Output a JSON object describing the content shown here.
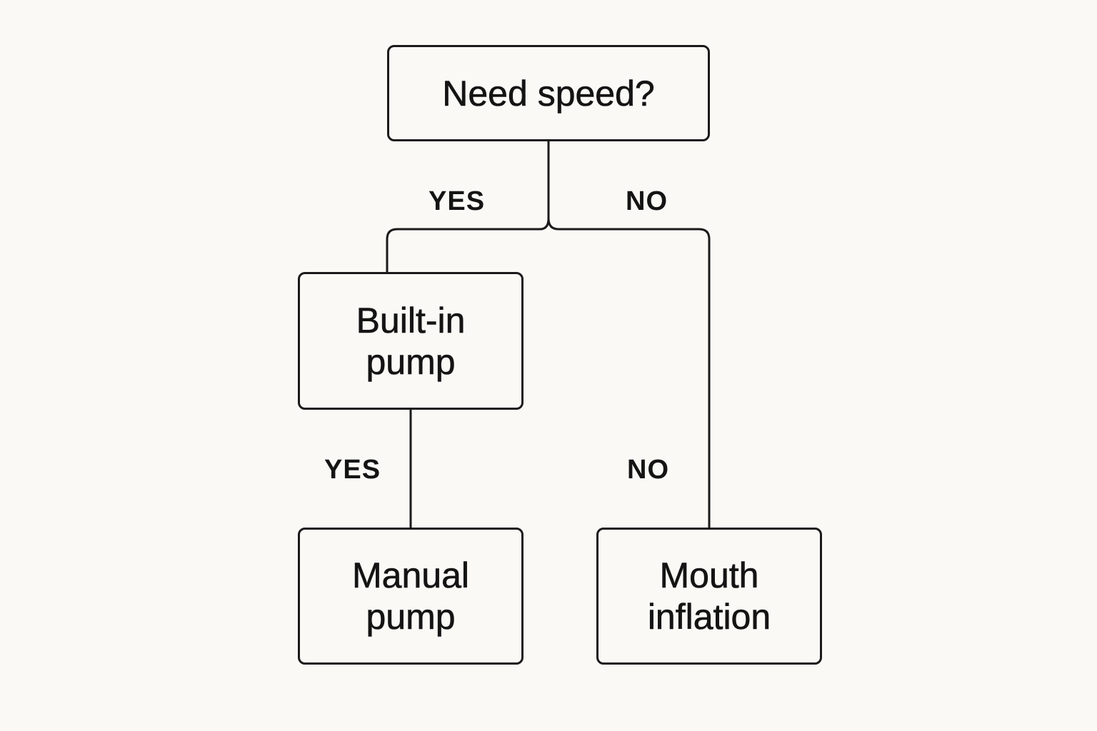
{
  "nodes": {
    "root": {
      "lines": [
        "Need speed?"
      ]
    },
    "builtin": {
      "lines": [
        "Built-in",
        "pump"
      ]
    },
    "manual": {
      "lines": [
        "Manual",
        "pump"
      ]
    },
    "mouth": {
      "lines": [
        "Mouth",
        "inflation"
      ]
    }
  },
  "edges": {
    "root_yes": "YES",
    "root_no": "NO",
    "builtin_yes": "YES",
    "builtin_no": "NO"
  },
  "colors": {
    "background": "#faf9f6",
    "stroke": "#1a1a1a"
  }
}
